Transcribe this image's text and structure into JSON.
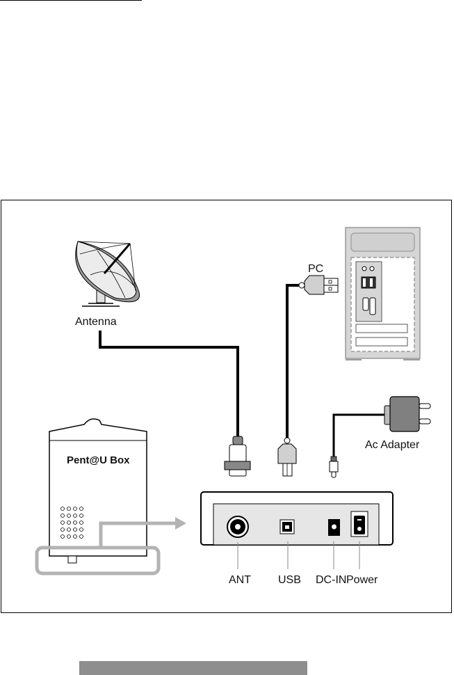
{
  "diagram": {
    "labels": {
      "antenna": "Antenna",
      "pc": "PC",
      "ac_adapter": "Ac Adapter",
      "device": "Pent@U Box",
      "ports": [
        "ANT",
        "USB",
        "DC-IN",
        "Power"
      ]
    },
    "colors": {
      "line": "#000000",
      "callout": "#b3b3b3",
      "panel": "#e6e6e6",
      "pc_case": "#d6d6d6",
      "adapter": "#808080"
    }
  }
}
